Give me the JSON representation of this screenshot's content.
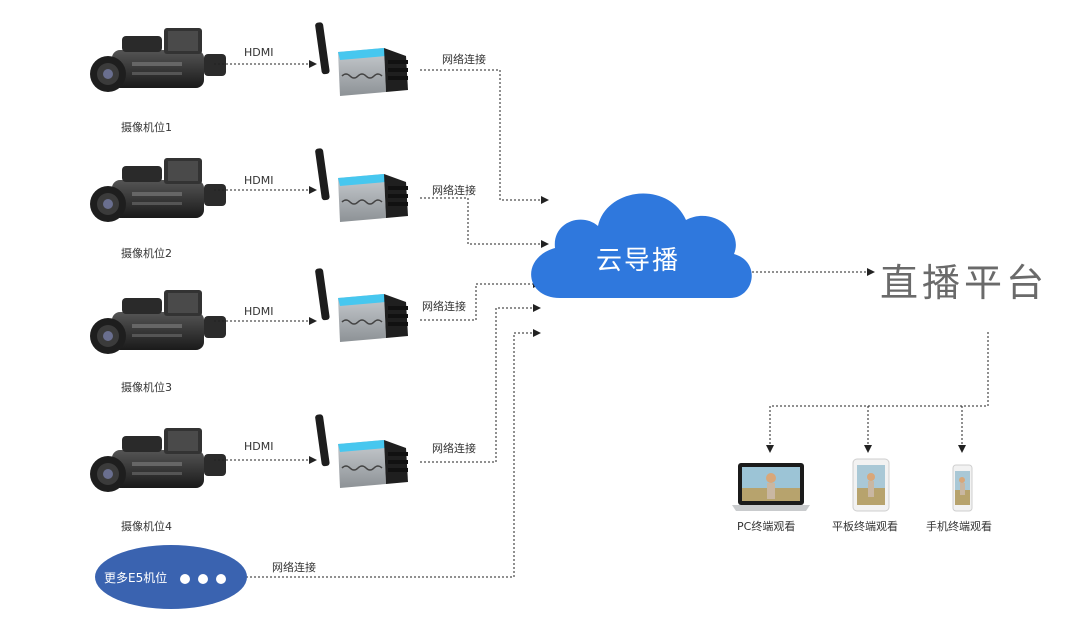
{
  "cameras": [
    {
      "label": "摄像机位1",
      "link": "HDMI",
      "net": "网络连接"
    },
    {
      "label": "摄像机位2",
      "link": "HDMI",
      "net": "网络连接"
    },
    {
      "label": "摄像机位3",
      "link": "HDMI",
      "net": "网络连接"
    },
    {
      "label": "摄像机位4",
      "link": "HDMI",
      "net": "网络连接"
    }
  ],
  "more": {
    "label": "更多E5机位",
    "net": "网络连接"
  },
  "cloud": {
    "label": "云导播",
    "color": "#2f78dd"
  },
  "platform": {
    "label": "直播平台"
  },
  "devices": [
    {
      "label": "PC终端观看",
      "icon": "laptop-icon"
    },
    {
      "label": "平板终端观看",
      "icon": "tablet-icon"
    },
    {
      "label": "手机终端观看",
      "icon": "phone-icon"
    }
  ],
  "colors": {
    "ellipse": "#3a63b0",
    "arrow": "#222222"
  }
}
